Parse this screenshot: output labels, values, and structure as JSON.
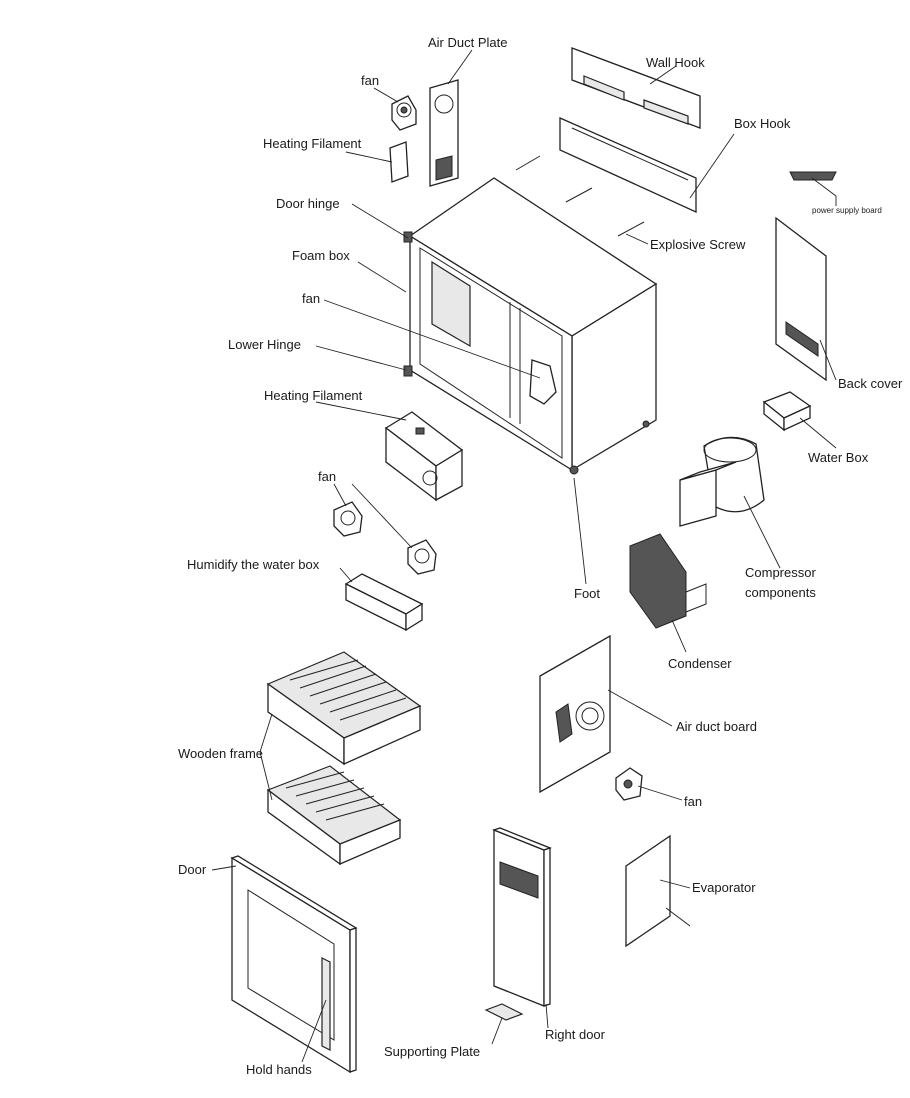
{
  "labels": {
    "air_duct_plate": "Air Duct Plate",
    "fan_top": "fan",
    "heating_filament_top": "Heating Filament",
    "wall_hook": "Wall Hook",
    "box_hook": "Box Hook",
    "power_supply_board": "power supply board",
    "door_hinge": "Door hinge",
    "explosive_screw": "Explosive Screw",
    "foam_box": "Foam box",
    "fan_inner": "fan",
    "lower_hinge": "Lower Hinge",
    "back_cover": "Back cover",
    "heating_filament_mid": "Heating Filament",
    "water_box": "Water Box",
    "fan_pair": "fan",
    "humidify_water_box": "Humidify the water box",
    "foot": "Foot",
    "compressor_components_1": "Compressor",
    "compressor_components_2": "components",
    "condenser": "Condenser",
    "air_duct_board": "Air duct board",
    "wooden_frame": "Wooden frame",
    "fan_lower": "fan",
    "door": "Door",
    "evaporator": "Evaporator",
    "supporting_plate": "Supporting Plate",
    "right_door": "Right door",
    "hold_hands": "Hold hands"
  }
}
